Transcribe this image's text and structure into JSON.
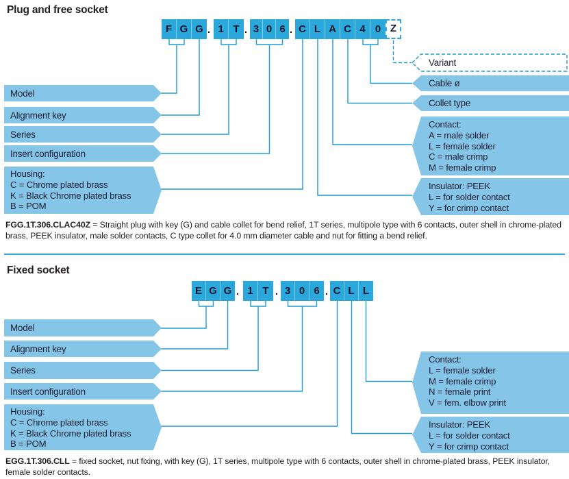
{
  "dot": ".",
  "colors": {
    "code_box_blue": "#2aa7db",
    "label_flag_blue": "#85c6e8",
    "connector_line_blue": "#1c9ad5",
    "dark_text": "#15152e"
  },
  "section1": {
    "heading": "Plug and free socket",
    "code_groups": [
      {
        "chars": [
          "F",
          "G",
          "G"
        ]
      },
      {
        "chars": [
          "1",
          "T"
        ]
      },
      {
        "chars": [
          "3",
          "0",
          "6"
        ]
      },
      {
        "chars": [
          "C",
          "L",
          "A",
          "C",
          "4",
          "0"
        ]
      }
    ],
    "variant_char": "Z",
    "left_labels": [
      {
        "lines": [
          "Model"
        ]
      },
      {
        "lines": [
          "Alignment key"
        ]
      },
      {
        "lines": [
          "Series"
        ]
      },
      {
        "lines": [
          "Insert configuration"
        ]
      },
      {
        "lines": [
          "Housing:",
          "C = Chrome plated brass",
          "K = Black Chrome plated brass",
          "B = POM"
        ]
      }
    ],
    "right_labels": [
      {
        "lines": [
          "Variant"
        ]
      },
      {
        "lines": [
          "Cable ø"
        ]
      },
      {
        "lines": [
          "Collet type"
        ]
      },
      {
        "lines": [
          "Contact:",
          "A = male solder",
          "L = female solder",
          "C = male crimp",
          "M = female crimp"
        ]
      },
      {
        "lines": [
          "Insulator: PEEK",
          "L = for solder contact",
          "Y = for crimp contact"
        ]
      }
    ],
    "description": {
      "bold": "FGG.1T.306.CLAC40Z",
      "rest": " = Straight plug with key (G) and cable collet for bend relief, 1T series, multipole type with 6 contacts, outer shell in chrome-plated brass, PEEK insulator, male solder contacts, C type collet for 4.0 mm diameter cable and nut for fitting a bend relief."
    }
  },
  "section2": {
    "heading": "Fixed socket",
    "code_groups": [
      {
        "chars": [
          "E",
          "G",
          "G"
        ]
      },
      {
        "chars": [
          "1",
          "T"
        ]
      },
      {
        "chars": [
          "3",
          "0",
          "6"
        ]
      },
      {
        "chars": [
          "C",
          "L",
          "L"
        ]
      }
    ],
    "left_labels": [
      {
        "lines": [
          "Model"
        ]
      },
      {
        "lines": [
          "Alignment key"
        ]
      },
      {
        "lines": [
          "Series"
        ]
      },
      {
        "lines": [
          "Insert configuration"
        ]
      },
      {
        "lines": [
          "Housing:",
          "C = Chrome plated brass",
          "K = Black Chrome plated brass",
          "B = POM"
        ]
      }
    ],
    "right_labels": [
      {
        "lines": [
          "Contact:",
          "L = female solder",
          "M = female crimp",
          "N = female print",
          "V = fem. elbow print"
        ]
      },
      {
        "lines": [
          "Insulator: PEEK",
          "L = for solder contact",
          "Y = for crimp contact"
        ]
      }
    ],
    "description": {
      "bold": "EGG.1T.306.CLL",
      "rest": " = fixed socket, nut fixing, with key (G), 1T series, multipole type with 6 contacts, outer shell in chrome-plated brass, PEEK insulator, female solder contacts."
    }
  }
}
